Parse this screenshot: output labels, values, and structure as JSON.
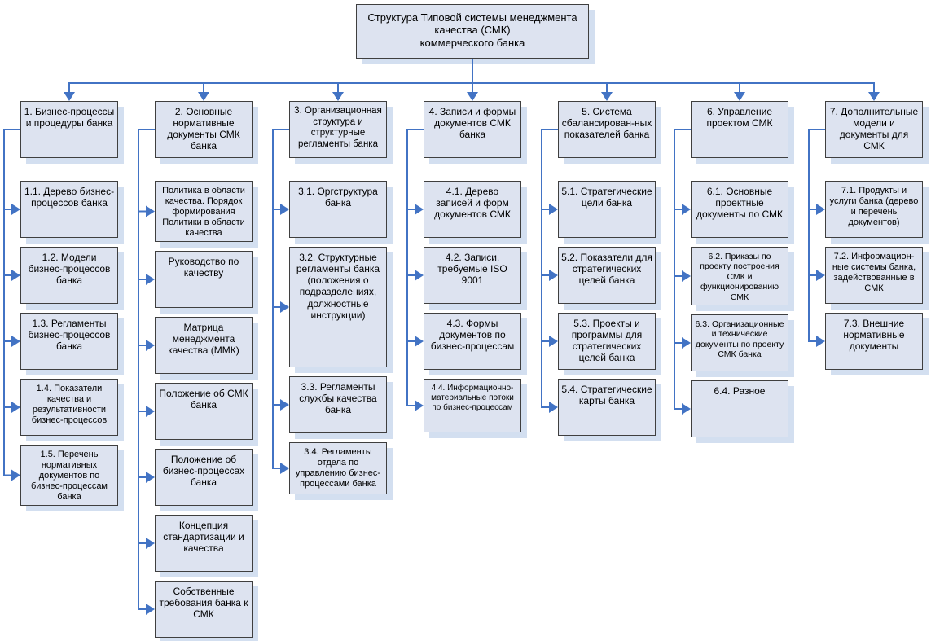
{
  "title": {
    "text": "Структура Типовой системы менеджмента\nкачества (СМК)\nкоммерческого банка"
  },
  "colors": {
    "background": "#ffffff",
    "box_fill": "#dde3f0",
    "box_border": "#3f3f3f",
    "box_shadow": "#d3dff0",
    "connector": "#4273c4"
  },
  "columns": [
    {
      "header": {
        "label": "1. Бизнес-процессы и процедуры банка"
      },
      "items": [
        {
          "label": "1.1. Дерево бизнес-процессов банка"
        },
        {
          "label": "1.2. Модели бизнес-процессов банка"
        },
        {
          "label": "1.3. Регламенты бизнес-процессов банка"
        },
        {
          "label": "1.4. Показатели качества и результативности бизнес-процессов",
          "fs": 11
        },
        {
          "label": "1.5. Перечень нормативных документов по бизнес-процессам банка",
          "fs": 11
        }
      ]
    },
    {
      "header": {
        "label": "2. Основные нормативные документы СМК банка"
      },
      "items": [
        {
          "label": "Политика в области качества. Порядок формирования Политики в области качества",
          "fs": 11
        },
        {
          "label": "Руководство по качеству"
        },
        {
          "label": "Матрица менеджмента качества (ММК)"
        },
        {
          "label": "Положение об СМК банка"
        },
        {
          "label": "Положение об бизнес-процессах банка"
        },
        {
          "label": "Концепция стандартизации и качества"
        },
        {
          "label": "Собственные требования банка к СМК"
        }
      ]
    },
    {
      "header": {
        "label": "3. Организационная структура и структурные регламенты банка",
        "fs": 11.5
      },
      "items": [
        {
          "label": "3.1. Оргструктура банка"
        },
        {
          "label": "3.2. Структурные регламенты банка (положения о подразделениях, должностные инструкции)",
          "h": 148
        },
        {
          "label": "3.3. Регламенты службы качества банка"
        },
        {
          "label": "3.4. Регламенты отдела по управлению бизнес-процессами банка",
          "fs": 11,
          "h": 64
        }
      ]
    },
    {
      "header": {
        "label": "4. Записи и формы документов СМК банка"
      },
      "items": [
        {
          "label": "4.1. Дерево записей и форм документов СМК"
        },
        {
          "label": "4.2. Записи, требуемые ISO 9001"
        },
        {
          "label": "4.3. Формы документов по бизнес-процессам"
        },
        {
          "label": "4.4. Информационно-материальные потоки по бизнес-процессам",
          "fs": 10,
          "h": 66
        }
      ]
    },
    {
      "header": {
        "label": "5. Система сбалансирован-ных показателей банка"
      },
      "items": [
        {
          "label": "5.1. Стратегические цели банка"
        },
        {
          "label": "5.2. Показатели для стратегических целей банка"
        },
        {
          "label": "5.3. Проекты и программы для стратегических целей банка"
        },
        {
          "label": "5.4. Стратегические карты банка"
        }
      ]
    },
    {
      "header": {
        "label": "6. Управление проектом СМК"
      },
      "items": [
        {
          "label": "6.1. Основные проектные документы по СМК"
        },
        {
          "label": "6.2. Приказы по проекту построения СМК и функционированию СМК",
          "fs": 10.5
        },
        {
          "label": "6.3. Организационные и технические документы по проекту СМК банка",
          "fs": 10.5
        },
        {
          "label": "6.4. Разное"
        }
      ]
    },
    {
      "header": {
        "label": "7. Дополнительные модели и документы для СМК"
      },
      "items": [
        {
          "label": "7.1. Продукты и услуги банка (дерево и перечень документов)",
          "fs": 11
        },
        {
          "label": "7.2. Информацион-ные системы банка, задействованные в СМК",
          "fs": 11
        },
        {
          "label": "7.3. Внешние нормативные документы"
        }
      ]
    }
  ]
}
